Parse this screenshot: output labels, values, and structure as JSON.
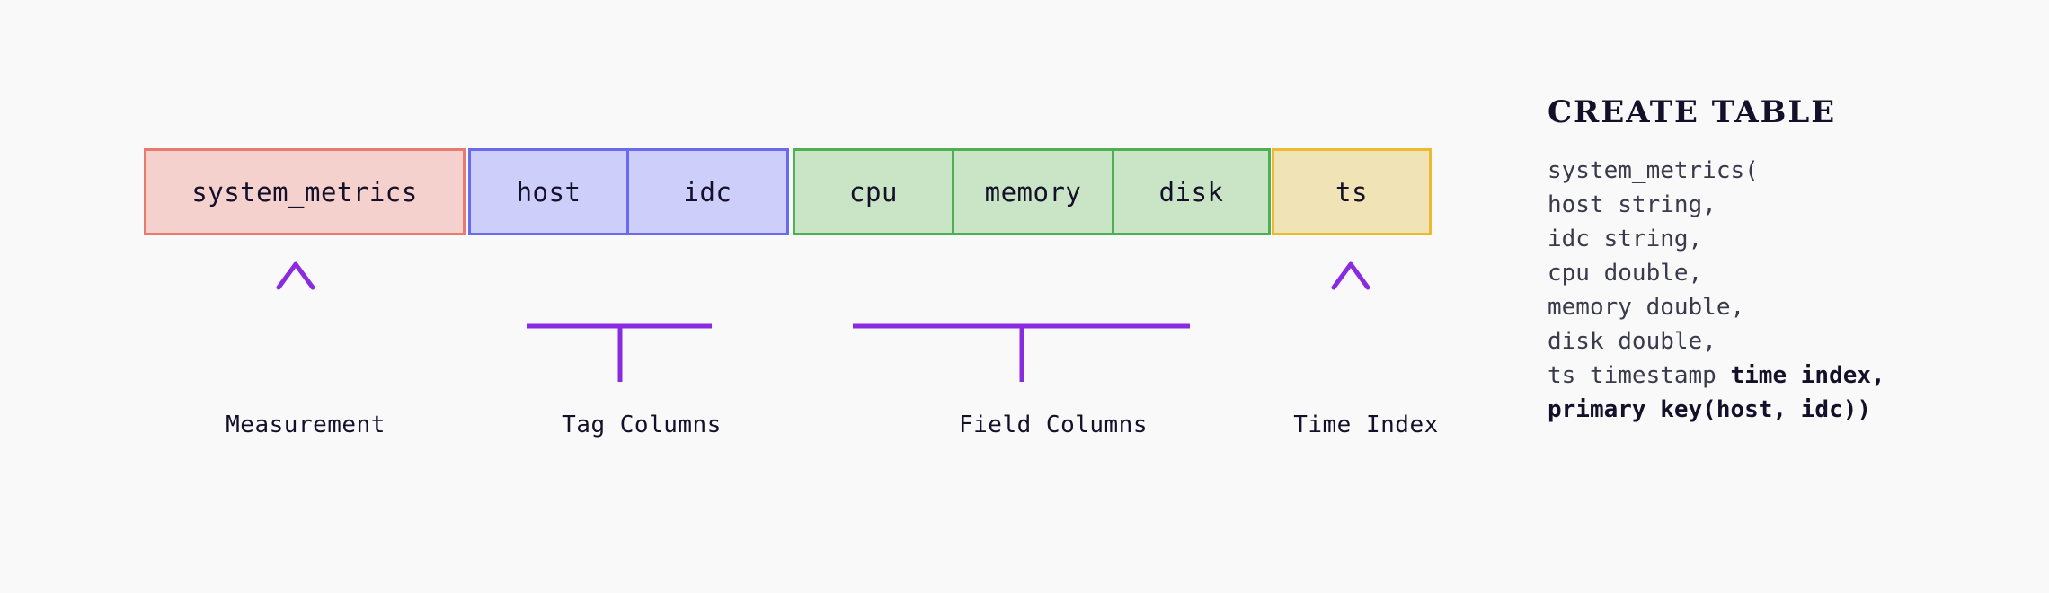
{
  "diagram": {
    "background_color": "#f9f9fa",
    "accent_color": "#8a2be2",
    "columns": [
      {
        "label": "system_metrics",
        "group": "measurement",
        "fill": "#f4d1cd",
        "border": "#e87a70"
      },
      {
        "label": "host",
        "group": "tag",
        "fill": "#cecefa",
        "border": "#6a6aee"
      },
      {
        "label": "idc",
        "group": "tag",
        "fill": "#cecefa",
        "border": "#6a6aee"
      },
      {
        "label": "cpu",
        "group": "field",
        "fill": "#c9e5c5",
        "border": "#4eb055"
      },
      {
        "label": "memory",
        "group": "field",
        "fill": "#c9e5c5",
        "border": "#4eb055"
      },
      {
        "label": "disk",
        "group": "field",
        "fill": "#c9e5c5",
        "border": "#4eb055"
      },
      {
        "label": "ts",
        "group": "time_index",
        "fill": "#f0e4b6",
        "border": "#edb92e"
      }
    ],
    "annotations": [
      {
        "label": "Measurement",
        "marker": "arrow"
      },
      {
        "label": "Tag Columns",
        "marker": "bracket"
      },
      {
        "label": "Field Columns",
        "marker": "bracket"
      },
      {
        "label": "Time Index",
        "marker": "arrow"
      }
    ]
  },
  "code": {
    "title": "CREATE TABLE",
    "lines": [
      {
        "text": "system_metrics(",
        "bold_suffix": ""
      },
      {
        "text": "host string,",
        "bold_suffix": ""
      },
      {
        "text": "idc string,",
        "bold_suffix": ""
      },
      {
        "text": "cpu double,",
        "bold_suffix": ""
      },
      {
        "text": "memory double,",
        "bold_suffix": ""
      },
      {
        "text": "disk double,",
        "bold_suffix": ""
      },
      {
        "text": "ts timestamp ",
        "bold_suffix": "time index,"
      },
      {
        "text": "",
        "bold_suffix": "primary key(host, idc))"
      }
    ]
  }
}
